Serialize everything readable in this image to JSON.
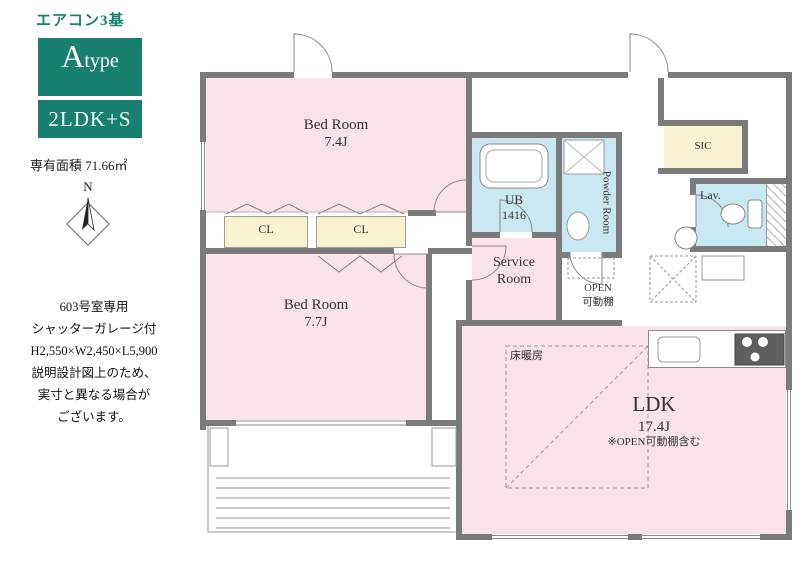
{
  "legend": {
    "aircon": "エアコン3基",
    "type_letter": "A",
    "type_rest": "type",
    "plan_type": "2LDK+S",
    "area_label": "専有面積",
    "area_value": "71.66㎡",
    "compass_north": "N",
    "notes": [
      "603号室専用",
      "シャッターガレージ付",
      "H2,550×W2,450×L5,900",
      "説明設計図上のため、",
      "実寸と異なる場合が",
      "ございます。"
    ]
  },
  "rooms": {
    "bedroom1": {
      "name": "Bed Room",
      "size": "7.4J"
    },
    "bedroom2": {
      "name": "Bed Room",
      "size": "7.7J"
    },
    "closet1": {
      "name": "CL"
    },
    "closet2": {
      "name": "CL"
    },
    "unit_bath": {
      "name": "UB",
      "size": "1416"
    },
    "powder_room": {
      "name": "Powder Room"
    },
    "service_room": {
      "line1": "Service",
      "line2": "Room"
    },
    "sic": {
      "name": "SIC"
    },
    "lavatory": {
      "name": "Lav."
    },
    "ldk": {
      "name": "LDK",
      "size": "17.4J",
      "note": "※OPEN可動棚含む"
    },
    "open_shelf": {
      "line1": "OPEN",
      "line2": "可動棚"
    },
    "floor_heating": {
      "name": "床暖房"
    }
  },
  "colors": {
    "teal": "#17806e",
    "pink": "#fbe3ea",
    "blue": "#c8e8f2",
    "cream": "#f8f3d0",
    "wall": "#7b7b7b"
  }
}
